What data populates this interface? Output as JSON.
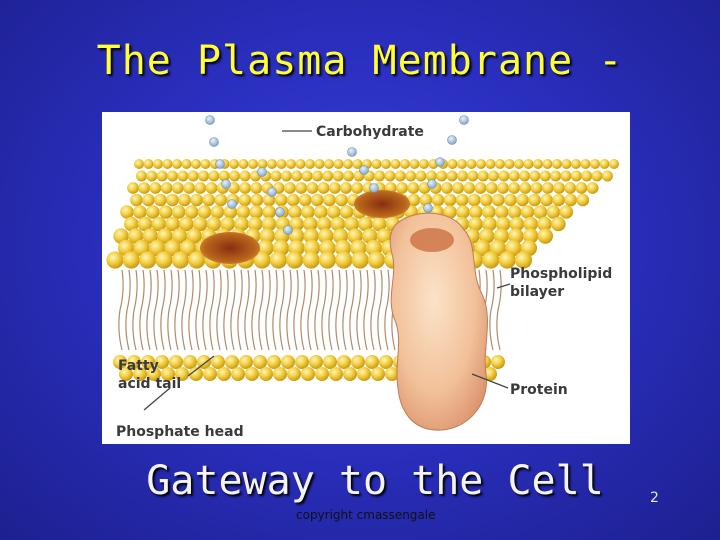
{
  "slide": {
    "title": "The Plasma Membrane -",
    "subtitle": "Gateway to the Cell",
    "copyright": "copyright cmassengale",
    "page_number": "2"
  },
  "diagram": {
    "labels": {
      "carbohydrate": "Carbohydrate",
      "phospholipid_line1": "Phospholipid",
      "phospholipid_line2": "bilayer",
      "fatty_line1": "Fatty",
      "fatty_line2": "acid tail",
      "protein": "Protein",
      "phosphate_head": "Phosphate head"
    }
  },
  "colors": {
    "background": "#2a2fc0",
    "title": "#ffff33",
    "subtitle": "#f4f4f4",
    "head": "#f0c93a",
    "tail": "#b08a6a",
    "protein": "#f2c8a2",
    "carbohydrate": "#a9c4dc"
  }
}
